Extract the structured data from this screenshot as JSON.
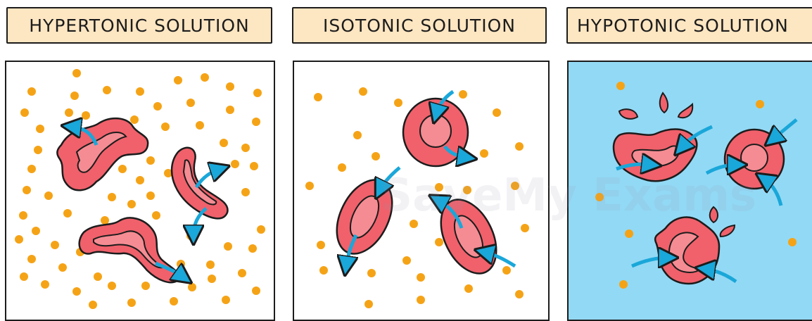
{
  "labels": {
    "hypertonic": "HYPERTONIC  SOLUTION",
    "isotonic": "ISOTONIC  SOLUTION",
    "hypotonic": "HYPOTONIC  SOLUTION"
  },
  "watermark": "SaveMy Exams",
  "colors": {
    "label_bg": "#fde6c2",
    "solute_dot": "#f5a316",
    "cell_fill": "#f0616b",
    "cell_inner": "#f58c93",
    "arrow": "#1aa7d9",
    "hypotonic_bg": "#92d9f5"
  },
  "icons": [
    "solute-dot",
    "red-blood-cell",
    "water-arrow",
    "splash-droplet"
  ]
}
